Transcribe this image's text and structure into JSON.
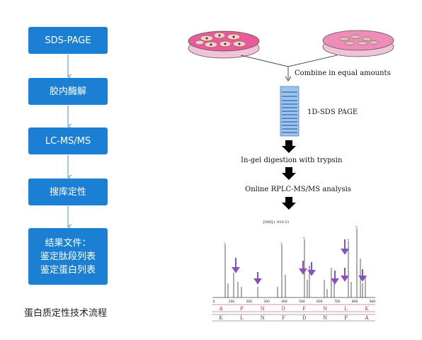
{
  "flow_steps": [
    {
      "label": "SDS-PAGE"
    },
    {
      "label": "胶内酶解"
    },
    {
      "label": "LC-MS/MS"
    },
    {
      "label": "搜库定性"
    },
    {
      "label": "结果文件：\n鉴定肽段列表\n鉴定蛋白列表"
    }
  ],
  "caption": "蛋白质定性技术流程",
  "workflow": {
    "combine": "Combine in equal amounts",
    "gel": "1D-SDS PAGE",
    "digestion": "In-gel digestion with trypsin",
    "analysis": "Online RPLC-MS/MS analysis"
  },
  "spectrum": {
    "header": "[MH]+ 910.51",
    "x_ticks": [
      "0",
      "100",
      "200",
      "300",
      "400",
      "500",
      "600",
      "700",
      "800",
      "900"
    ],
    "top_sequence": [
      "A",
      "P",
      "N",
      "D",
      "F",
      "N",
      "L",
      "K"
    ],
    "bottom_sequence": [
      "K",
      "L",
      "N",
      "F",
      "D",
      "N",
      "P",
      "A"
    ]
  },
  "colors": {
    "box_blue": "#1b7fd4",
    "arrow_blue": "#4a90d9",
    "dish_pink": "#e85a9a",
    "gel_blue": "#3a78c6",
    "spectrum_purple": "#8a4fc0",
    "sequence_red": "#c0255a"
  }
}
